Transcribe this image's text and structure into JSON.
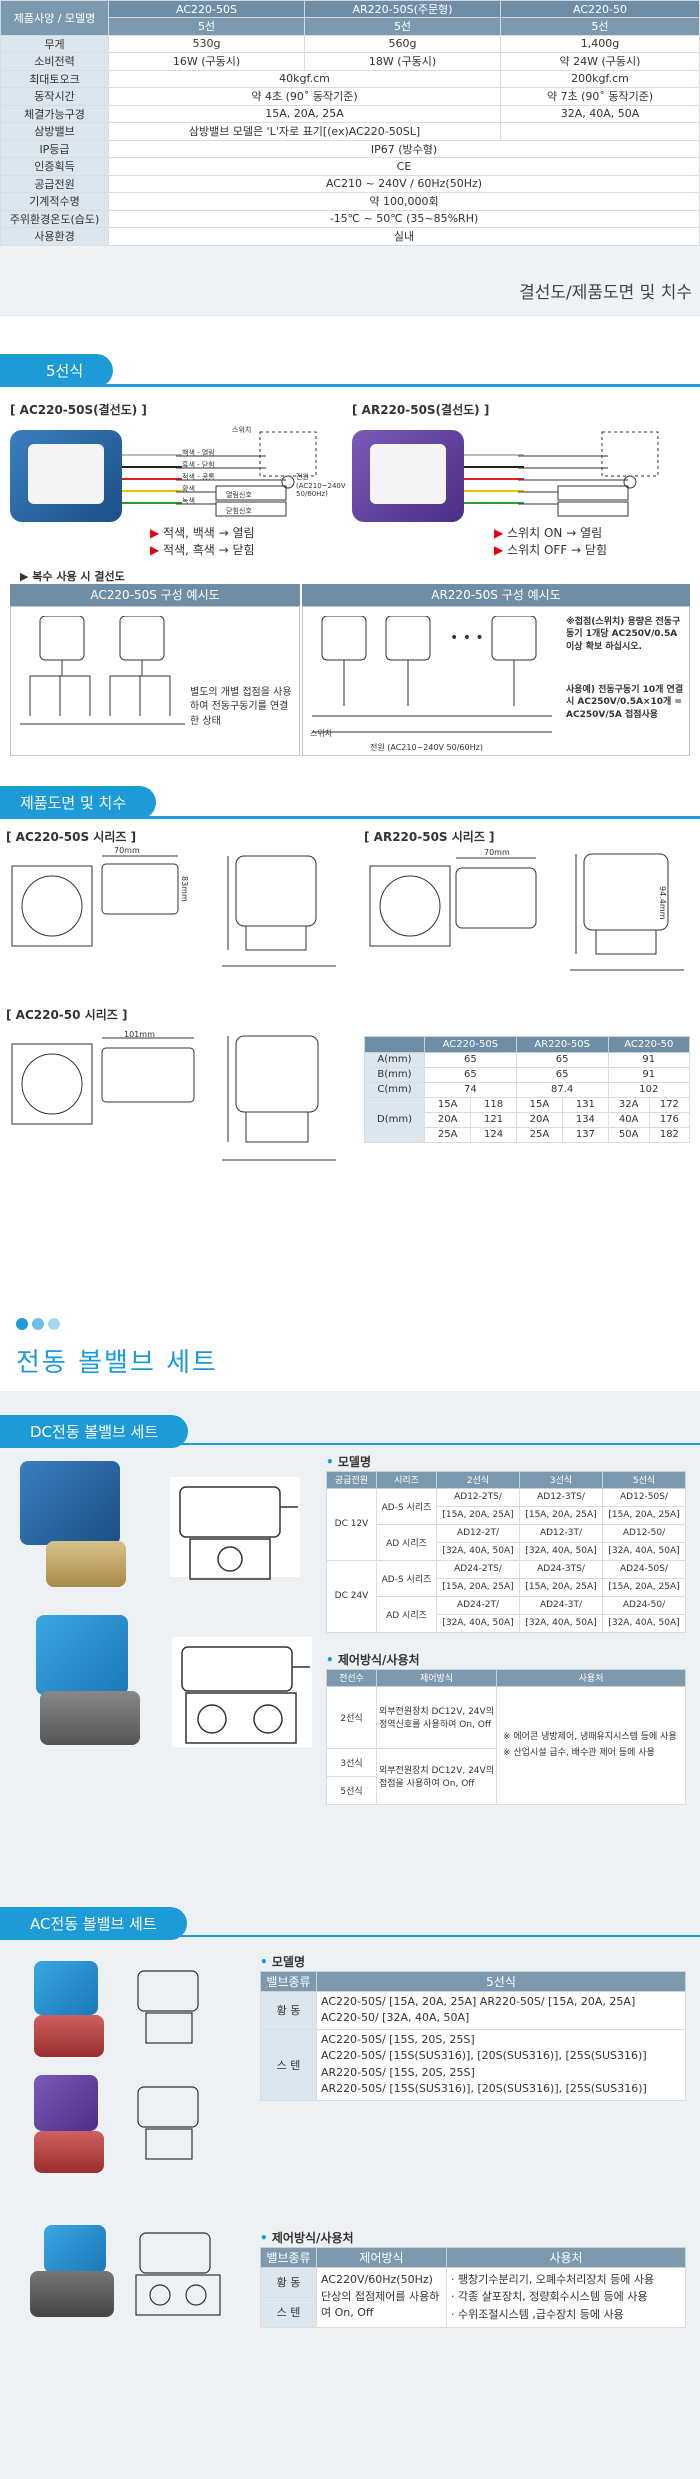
{
  "spec_table": {
    "header": [
      "제품사양 / 모델명",
      "AC220-50S",
      "AR220-50S(주문형)",
      "AC220-50"
    ],
    "subheader": [
      "5선",
      "5선",
      "5선"
    ],
    "rows": [
      {
        "label": "무게",
        "cells": [
          "530g",
          "560g",
          "1,400g"
        ]
      },
      {
        "label": "소비전력",
        "cells": [
          "16W (구동시)",
          "18W (구동시)",
          "약 24W (구동시)"
        ]
      },
      {
        "label": "최대토오크",
        "merged_ab": "40kgf.cm",
        "c": "200kgf.cm"
      },
      {
        "label": "동작시간",
        "merged_ab": "약 4초 (90˚ 동작기준)",
        "c": "약 7초 (90˚ 동작기준)"
      },
      {
        "label": "체결가능구경",
        "merged_ab": "15A, 20A, 25A",
        "c": "32A, 40A, 50A"
      },
      {
        "label": "삼방밸브",
        "merged_ab": "삼방밸브 모델은 'L'자로 표기[(ex)AC220-50SL]",
        "c": ""
      },
      {
        "label": "IP등급",
        "all": "IP67 (방수형)"
      },
      {
        "label": "인증획득",
        "all": "CE"
      },
      {
        "label": "공급전원",
        "all": "AC210 ~ 240V / 60Hz(50Hz)"
      },
      {
        "label": "기계적수명",
        "all": "약 100,000회"
      },
      {
        "label": "주위환경온도(습도)",
        "all": "-15℃ ~ 50℃ (35~85%RH)"
      },
      {
        "label": "사용환경",
        "all": "실내"
      }
    ]
  },
  "band_title": "결선도/제품도면 및 치수",
  "wiring": {
    "tab": "5선식",
    "left_caption": "[ AC220-50S(결선도) ]",
    "right_caption": "[ AR220-50S(결선도) ]",
    "left_legend": [
      "적색, 백색 → 열림",
      "적색, 흑색 → 닫힘"
    ],
    "right_legend": [
      "스위치 ON → 열림",
      "스위치 OFF → 닫힘"
    ],
    "wire_labels": [
      "백색 - 열림",
      "흑색 - 닫힘",
      "적색 - 공통",
      "황색",
      "녹색"
    ],
    "switch_label": "스위치",
    "power_label": "전원 (AC210~240V 50/60Hz)",
    "open_signal": "열림신호",
    "close_signal": "닫힘신호",
    "multi_title": "▶ 복수 사용 시 결선도",
    "multi_left_hdr": "AC220-50S 구성 예시도",
    "multi_right_hdr": "AR220-50S 구성 예시도",
    "multi_left_note": "별도의 개별 접점을 사용하여 전동구동기를 연결한 상태",
    "multi_right_note1": "※접점(스위치) 용량은 전동구동기 1개당 AC250V/0.5A 이상 확보 하십시오.",
    "multi_right_note2": "사용예) 전동구동기 10개 연결 시 AC250V/0.5A×10개 = AC250V/5A 접점사용",
    "multi_switch": "스위치",
    "multi_power": "전원 (AC210~240V 50/60Hz)"
  },
  "dims": {
    "tab": "제품도면 및 치수",
    "cap_a": "[ AC220-50S 시리즈 ]",
    "cap_b": "[ AR220-50S 시리즈 ]",
    "cap_c": "[ AC220-50 시리즈 ]",
    "dim_a": "70mm",
    "dim_a2": "83mm",
    "dim_b": "70mm",
    "dim_b2": "94.4mm",
    "dim_c": "101mm",
    "table_header": [
      "",
      "AC220-50S",
      "AR220-50S",
      "AC220-50"
    ],
    "table_rows": [
      {
        "label": "A(mm)",
        "cells": [
          "65",
          "65",
          "91"
        ]
      },
      {
        "label": "B(mm)",
        "cells": [
          "65",
          "65",
          "91"
        ]
      },
      {
        "label": "C(mm)",
        "cells": [
          "74",
          "87.4",
          "102"
        ]
      }
    ],
    "d_label": "D(mm)",
    "d_rows": [
      [
        "15A",
        "118",
        "15A",
        "131",
        "32A",
        "172"
      ],
      [
        "20A",
        "121",
        "20A",
        "134",
        "40A",
        "176"
      ],
      [
        "25A",
        "124",
        "25A",
        "137",
        "50A",
        "182"
      ]
    ]
  },
  "bv_title": "전동 볼밸브 세트",
  "dc": {
    "tab": "DC전동 볼밸브 세트",
    "model_heading": "모델명",
    "model_header": [
      "공급전원",
      "시리즈",
      "2선식",
      "3선식",
      "5선식"
    ],
    "dc12": "DC 12V",
    "dc24": "DC 24V",
    "ad_s": "AD-S 시리즈",
    "ad": "AD 시리즈",
    "rows": [
      [
        "AD12-2TS/",
        "AD12-3TS/",
        "AD12-50S/"
      ],
      [
        "[15A, 20A, 25A]",
        "[15A, 20A, 25A]",
        "[15A, 20A, 25A]"
      ],
      [
        "AD12-2T/",
        "AD12-3T/",
        "AD12-50/"
      ],
      [
        "[32A, 40A, 50A]",
        "[32A, 40A, 50A]",
        "[32A, 40A, 50A]"
      ],
      [
        "AD24-2TS/",
        "AD24-3TS/",
        "AD24-50S/"
      ],
      [
        "[15A, 20A, 25A]",
        "[15A, 20A, 25A]",
        "[15A, 20A, 25A]"
      ],
      [
        "AD24-2T/",
        "AD24-3T/",
        "AD24-50/"
      ],
      [
        "[32A, 40A, 50A]",
        "[32A, 40A, 50A]",
        "[32A, 40A, 50A]"
      ]
    ],
    "ctrl_heading": "제어방식/사용처",
    "ctrl_header": [
      "전선수",
      "제어방식",
      "사용처"
    ],
    "ctrl_rows": [
      "2선식",
      "3선식",
      "5선식"
    ],
    "ctrl_a": "외부전원장치 DC12V, 24V의 정역신호를 사용하여 On, Off",
    "ctrl_b": "외부전원장치 DC12V, 24V의 접점을 사용하여 On, Off",
    "use_a": "※ 에어콘 냉방제어, 냉때유지시스템 등에 사용",
    "use_b": "※ 산업시설 급수, 배수관 제어 등에 사용"
  },
  "ac": {
    "tab": "AC전동 볼밸브 세트",
    "model_heading": "모델명",
    "model_header": [
      "밸브종류",
      "5선식"
    ],
    "brass": "황 동",
    "stainless": "스 텐",
    "brass_lines": [
      "AC220-50S/ [15A, 20A, 25A]        AR220-50S/ [15A, 20A, 25A]",
      "AC220-50/ [32A, 40A, 50A]"
    ],
    "stainless_lines": [
      "AC220-50S/ [15S, 20S, 25S]",
      "AC220-50S/ [15S(SUS316)], [20S(SUS316)], [25S(SUS316)]",
      "AR220-50S/ [15S, 20S, 25S]",
      "AR220-50S/ [15S(SUS316)], [20S(SUS316)], [25S(SUS316)]"
    ],
    "ctrl_heading": "제어방식/사용처",
    "ctrl_header": [
      "밸브종류",
      "제어방식",
      "사용처"
    ],
    "ctrl_method": "AC220V/60Hz(50Hz) 단상의 접점제어를 사용하여 On, Off",
    "ctrl_uses": [
      "· 팽창기수분리기, 오폐수처리장치 등에 사용",
      "· 각종 살포장치, 정량회수시스템 등에 사용",
      "· 수위조절시스템 ,급수장치 등에 사용"
    ]
  },
  "colors": {
    "accent": "#1d9bd7",
    "header": "#6f8ea6",
    "label_bg": "#dce6ee"
  }
}
